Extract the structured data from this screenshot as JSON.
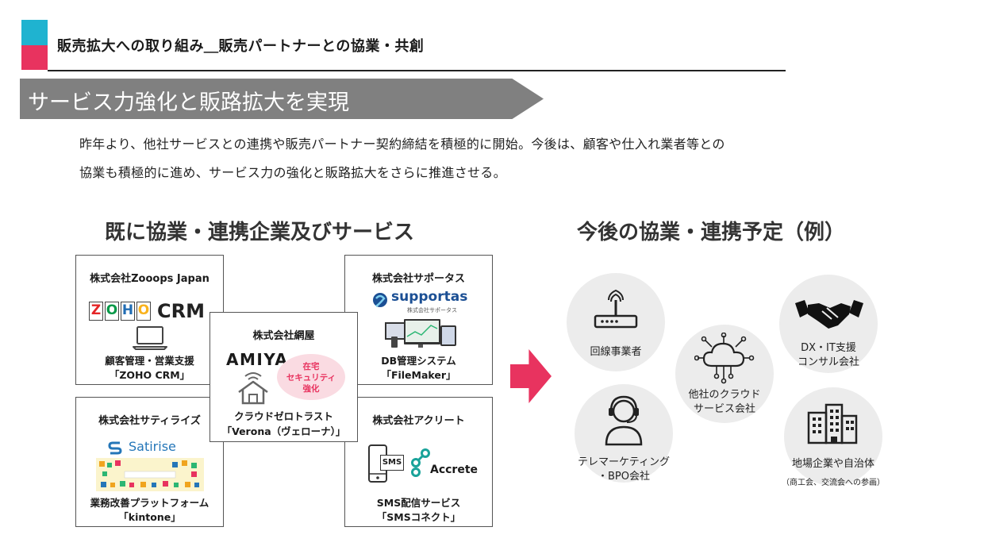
{
  "header": {
    "title": "販売拡大への取り組み＿販売パートナーとの協業・共創",
    "banner": "サービス力強化と販路拡大を実現"
  },
  "intro": {
    "line1": "昨年より、他社サービスとの連携や販売パートナー契約締結を積極的に開始。今後は、顧客や仕入れ業者等との",
    "line2": "協業も積極的に進め、サービス力の強化と販路拡大をさらに推進させる。"
  },
  "existing": {
    "title": "既に協業・連携企業及びサービス",
    "cards": [
      {
        "company": "株式会社Zooops Japan",
        "logo_letters": [
          "Z",
          "O",
          "H",
          "O"
        ],
        "logo_product": "CRM",
        "desc1": "顧客管理・営業支援",
        "desc2": "「ZOHO CRM」",
        "icon": "laptop-icon"
      },
      {
        "company": "株式会社サティライズ",
        "logo": "Satirise",
        "desc1": "業務改善プラットフォーム",
        "desc2": "「kintone」"
      },
      {
        "company": "株式会社サポータス",
        "logo": "supportas",
        "logo_sub": "株式会社サポータス",
        "desc1": "DB管理システム",
        "desc2": "「FileMaker」"
      },
      {
        "company": "株式会社アクリート",
        "logo": "Accrete",
        "sms": "SMS",
        "desc1": "SMS配信サービス",
        "desc2": "「SMSコネクト」"
      },
      {
        "company": "株式会社網屋",
        "logo": "AMIYA",
        "bubble": [
          "在宅",
          "セキュリティ",
          "強化"
        ],
        "desc1": "クラウドゼロトラスト",
        "desc2": "「Verona（ヴェローナ）」",
        "icon": "home-wifi-icon"
      }
    ]
  },
  "future": {
    "title": "今後の協業・連携予定（例）",
    "items": [
      {
        "label": "回線事業者",
        "icon": "router-icon"
      },
      {
        "label1": "DX・IT支援",
        "label2": "コンサル会社",
        "icon": "handshake-icon"
      },
      {
        "label1": "他社のクラウド",
        "label2": "サービス会社",
        "icon": "cloud-network-icon"
      },
      {
        "label1": "テレマーケティング",
        "label2": "・BPO会社",
        "icon": "headset-operator-icon"
      },
      {
        "label": "地場企業や自治体",
        "sub": "（商工会、交流会への参画）",
        "icon": "buildings-icon"
      }
    ]
  },
  "colors": {
    "cyan": "#1fb3d0",
    "pink": "#e8335f",
    "banner_gray": "#808080",
    "circle_gray": "#ececec",
    "zoho_red": "#e42527",
    "zoho_green": "#089949",
    "zoho_blue": "#226db4",
    "zoho_yellow": "#f9b21d"
  }
}
